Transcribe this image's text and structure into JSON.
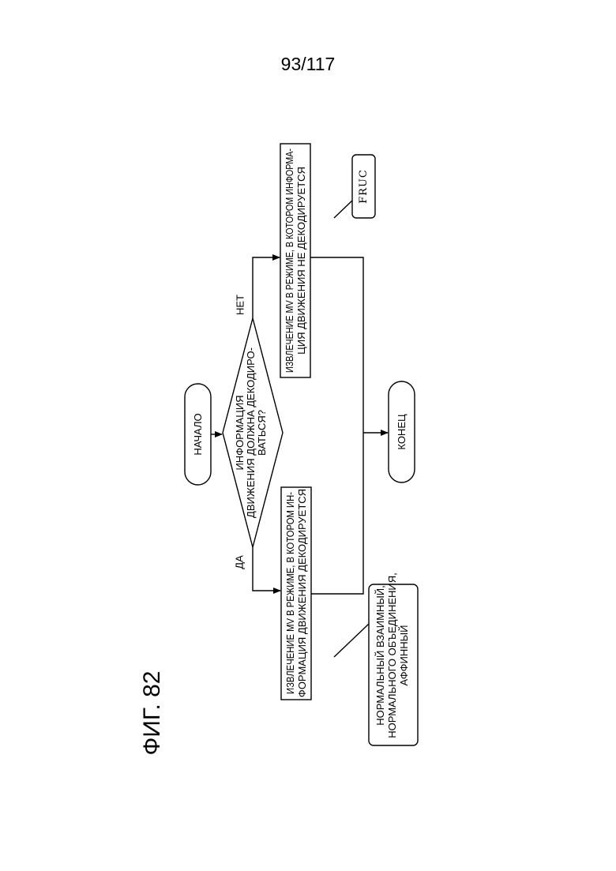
{
  "page_number": "93/117",
  "figure_label": "ФИГ. 82",
  "flowchart": {
    "start": "НАЧАЛО",
    "end": "КОНЕЦ",
    "decision": [
      "ИНФОРМАЦИЯ",
      "ДВИЖЕНИЯ ДОЛЖНА ДЕКОДИРО-",
      "ВАТЬСЯ?"
    ],
    "yes_label": "ДА",
    "no_label": "НЕТ",
    "yes_box": [
      "ИЗВЛЕЧЕНИЕ MV В РЕЖИМЕ, В КОТОРОМ ИН-",
      "ФОРМАЦИЯ ДВИЖЕНИЯ ДЕКОДИРУЕТСЯ"
    ],
    "no_box": [
      "ИЗВЛЕЧЕНИЕ MV В РЕЖИМЕ, В КОТОРОМ ИНФОРМА-",
      "ЦИЯ ДВИЖЕНИЯ НЕ ДЕКОДИРУЕТСЯ"
    ],
    "yes_note": [
      "НОРМАЛЬНЫЙ ВЗАИМНЫЙ,",
      "НОРМАЛЬНОГО ОБЪЕДИНЕНИЯ,",
      "АФФИННЫЙ"
    ],
    "no_note": "FRUC"
  }
}
